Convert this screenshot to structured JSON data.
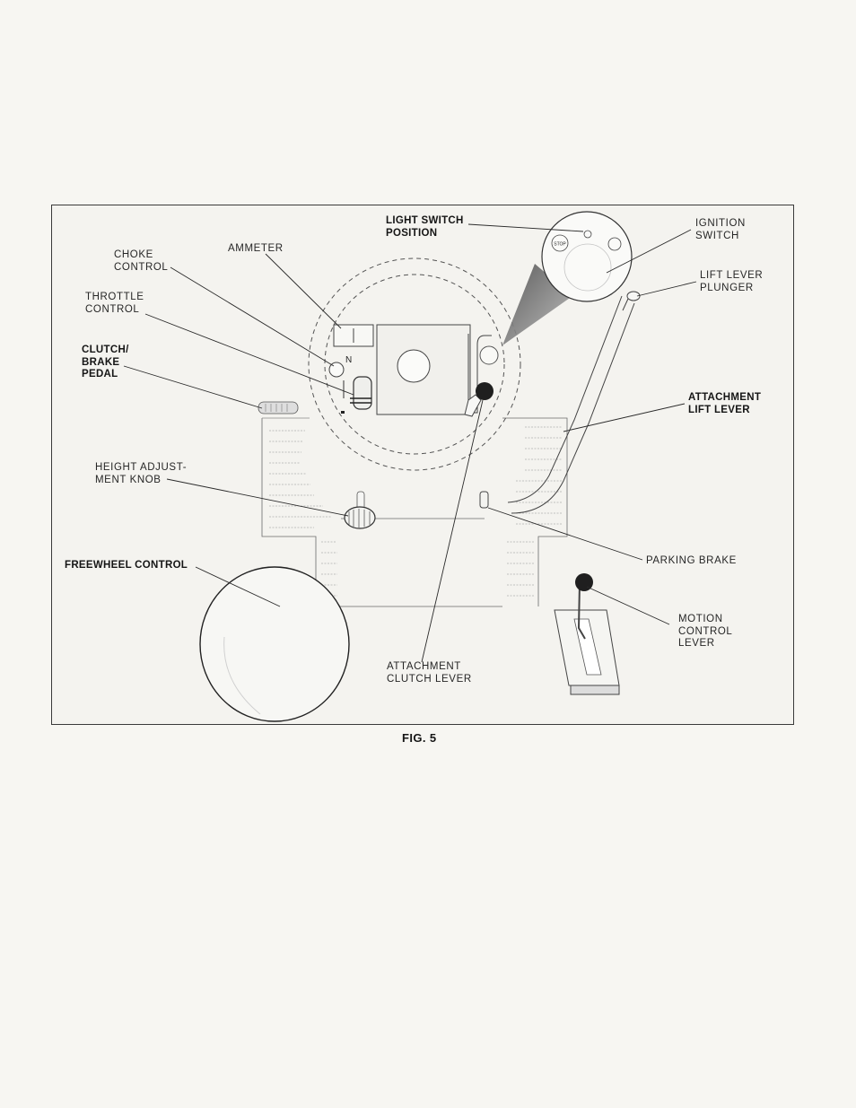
{
  "figure": {
    "caption": "FIG. 5",
    "labels": {
      "light_switch_position": "LIGHT SWITCH\nPOSITION",
      "ignition_switch": "IGNITION\nSWITCH",
      "choke_control": "CHOKE\nCONTROL",
      "ammeter": "AMMETER",
      "lift_lever_plunger": "LIFT LEVER\nPLUNGER",
      "throttle_control": "THROTTLE\nCONTROL",
      "clutch_brake_pedal": "CLUTCH/\nBRAKE\nPEDAL",
      "attachment_lift_lever": "ATTACHMENT\nLIFT LEVER",
      "height_adjustment_knob": "HEIGHT ADJUST-\nMENT KNOB",
      "parking_brake": "PARKING BRAKE",
      "freewheel_control": "FREEWHEEL CONTROL",
      "motion_control_lever": "MOTION\nCONTROL\nLEVER",
      "attachment_clutch_lever": "ATTACHMENT\nCLUTCH LEVER"
    },
    "dial_marks": {
      "stop": "STOP",
      "choke_symbol": "N"
    }
  }
}
